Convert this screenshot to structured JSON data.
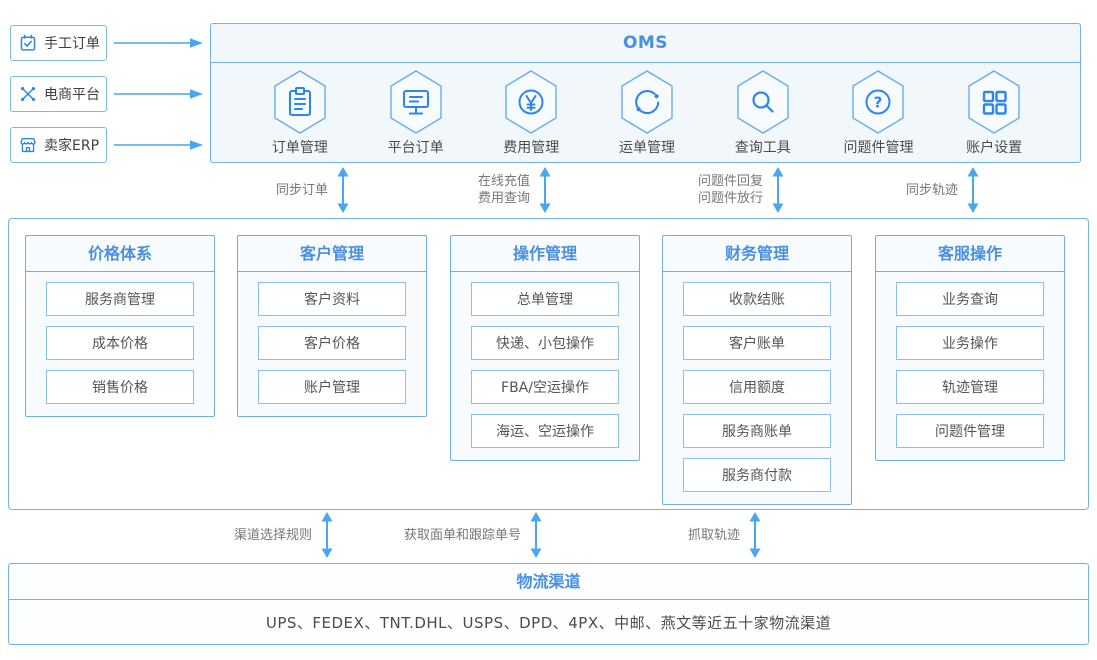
{
  "colors": {
    "accent_blue": "#4a90e2",
    "border_blue": "#73b2f0",
    "item_border_blue": "#8bbef2",
    "arrow_blue": "#49a6ef",
    "icon_blue": "#2e86ec",
    "panel_bg": "#f2f7fc",
    "label_gray": "#76777b",
    "text_dark": "#4a4b50"
  },
  "sources": [
    {
      "label": "手工订单",
      "icon": "calendar-check-icon"
    },
    {
      "label": "电商平台",
      "icon": "network-icon"
    },
    {
      "label": "卖家ERP",
      "icon": "storefront-icon"
    }
  ],
  "oms": {
    "title": "OMS",
    "modules": [
      {
        "label": "订单管理",
        "icon": "clipboard-icon"
      },
      {
        "label": "平台订单",
        "icon": "monitor-icon"
      },
      {
        "label": "费用管理",
        "icon": "yuan-circle-icon"
      },
      {
        "label": "运单管理",
        "icon": "sync-icon"
      },
      {
        "label": "查询工具",
        "icon": "search-icon"
      },
      {
        "label": "问题件管理",
        "icon": "question-circle-icon"
      },
      {
        "label": "账户设置",
        "icon": "grid-icon"
      }
    ]
  },
  "top_links": [
    {
      "lines": [
        "同步订单"
      ]
    },
    {
      "lines": [
        "在线充值",
        "费用查询"
      ]
    },
    {
      "lines": [
        "问题件回复",
        "问题件放行"
      ]
    },
    {
      "lines": [
        "同步轨迹"
      ]
    }
  ],
  "middle": {
    "columns": [
      {
        "title": "价格体系",
        "items": [
          "服务商管理",
          "成本价格",
          "销售价格"
        ]
      },
      {
        "title": "客户管理",
        "items": [
          "客户资料",
          "客户价格",
          "账户管理"
        ]
      },
      {
        "title": "操作管理",
        "items": [
          "总单管理",
          "快递、小包操作",
          "FBA/空运操作",
          "海运、空运操作"
        ]
      },
      {
        "title": "财务管理",
        "items": [
          "收款结账",
          "客户账单",
          "信用额度",
          "服务商账单",
          "服务商付款"
        ]
      },
      {
        "title": "客服操作",
        "items": [
          "业务查询",
          "业务操作",
          "轨迹管理",
          "问题件管理"
        ]
      }
    ]
  },
  "bottom_links": [
    {
      "lines": [
        "渠道选择规则"
      ]
    },
    {
      "lines": [
        "获取面单和跟踪单号"
      ]
    },
    {
      "lines": [
        "抓取轨迹"
      ]
    }
  ],
  "logistics": {
    "title": "物流渠道",
    "content": "UPS、FEDEX、TNT.DHL、USPS、DPD、4PX、中邮、燕文等近五十家物流渠道"
  }
}
